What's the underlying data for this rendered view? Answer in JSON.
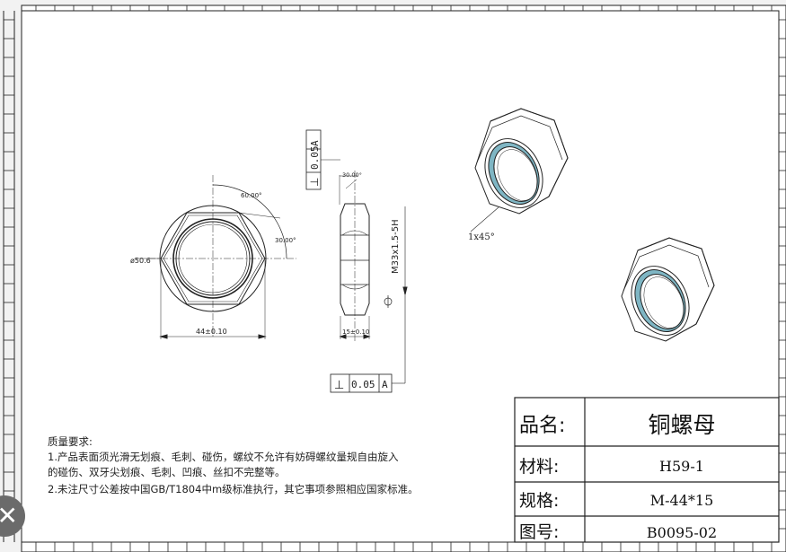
{
  "drawing": {
    "front_view": {
      "angle_outer": "60.00°",
      "angle_inner": "30.00°",
      "diameter": "ø50.6",
      "width": "44±0.10"
    },
    "side_view": {
      "chamfer_angle": "30.00°",
      "thread": "M33x1.5-5H",
      "thickness": "15±0.10",
      "tol_top": {
        "symbol": "⊥",
        "value": "0.05",
        "datum": "A"
      },
      "tol_bottom": {
        "symbol": "⊥",
        "value": "0.05",
        "datum": "A"
      }
    },
    "iso_view": {
      "chamfer": "1x45°"
    }
  },
  "notes": {
    "heading": "质量要求:",
    "line1": "1.产品表面须光滑无划痕、毛刺、碰伤，螺纹不允许有妨碍螺纹量规自由旋入",
    "line2": "的碰伤、双牙尖划痕、毛刺、凹痕、丝扣不完整等。",
    "line3": "2.未注尺寸公差按中国GB/T1804中m级标准执行，其它事项参照相应国家标准。"
  },
  "title_block": {
    "name_label": "品名:",
    "name_value": "铜螺母",
    "material_label": "材料:",
    "material_value": "H59-1",
    "spec_label": "规格:",
    "spec_value": "M-44*15",
    "drawing_no_label": "图号:",
    "drawing_no_value": "B0095-02"
  },
  "colors": {
    "thread_highlight": "#7fb6c4",
    "line": "#222222",
    "close_button": "#6b6b6b"
  },
  "icons": {
    "close": "close-icon"
  }
}
